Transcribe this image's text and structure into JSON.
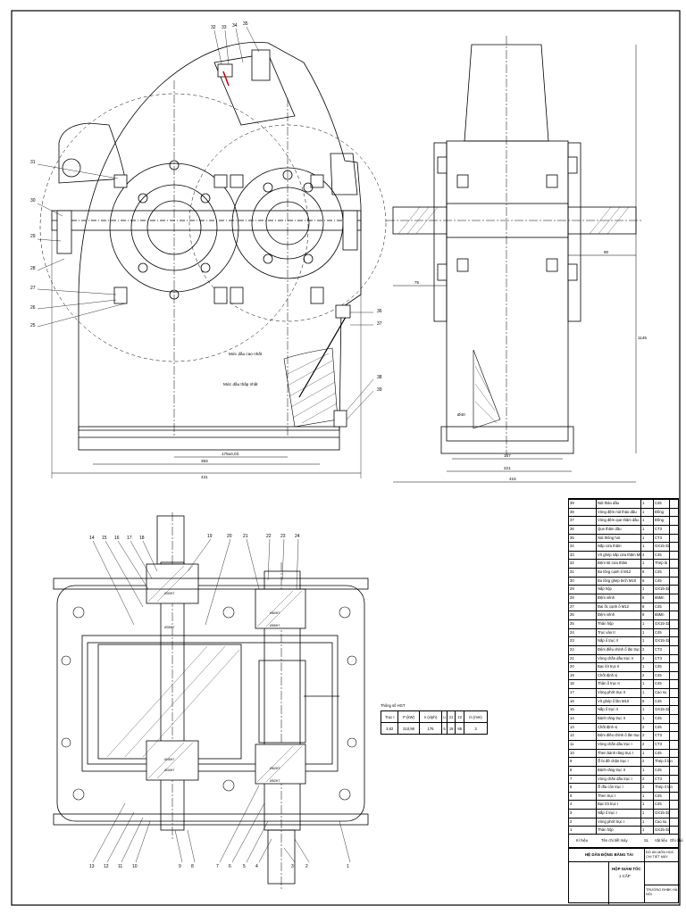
{
  "front_view": {
    "callouts": [
      "32",
      "33",
      "34",
      "35",
      "31",
      "30",
      "29",
      "28",
      "27",
      "26",
      "25",
      "36",
      "37",
      "38",
      "39"
    ],
    "oil_high": "Mức dầu cao nhất",
    "oil_low": "Mức dầu thấp nhất",
    "dims": [
      "175±0,03",
      "393",
      "431"
    ]
  },
  "side_view": {
    "dims": [
      "75",
      "90",
      "1145",
      "Ø40",
      "167",
      "221",
      "416"
    ]
  },
  "plan_view": {
    "callouts_top": [
      "14",
      "15",
      "16",
      "17",
      "18",
      "19",
      "20",
      "21",
      "22",
      "23",
      "24"
    ],
    "callouts_bottom": [
      "13",
      "12",
      "11",
      "10",
      "9",
      "8",
      "7",
      "6",
      "5",
      "4",
      "3",
      "2",
      "1"
    ],
    "bore_labels": [
      "Ø30H7",
      "Ø35H7",
      "Ø40H7",
      "Ø45H7",
      "Ø55H7",
      "Ø60H7",
      "Ø62H7",
      "Ø52H7"
    ]
  },
  "hgt_table": {
    "title": "Thông số HGT",
    "headers": [
      "Trục I",
      "P (kW)",
      "n (v/ph)",
      "u",
      "z1",
      "z2",
      "m (mm)"
    ],
    "values": [
      "3,82",
      "210,98",
      "175",
      "5",
      "19",
      "95",
      "3"
    ]
  },
  "bom": {
    "rows": [
      [
        "39",
        "Nút tháo dầu",
        "1",
        "C45"
      ],
      [
        "38",
        "Vòng đệm nút tháo dầu",
        "1",
        "Đồng"
      ],
      [
        "37",
        "Vòng đệm que thăm dầu",
        "1",
        "Đồng"
      ],
      [
        "36",
        "Que thăm dầu",
        "1",
        "CT3"
      ],
      [
        "35",
        "Nút thông hơi",
        "1",
        "CT3"
      ],
      [
        "34",
        "Nắp cửa thăm",
        "1",
        "GX15-32"
      ],
      [
        "33",
        "Vít ghép nắp cửa thăm M8",
        "4",
        "C45"
      ],
      [
        "32",
        "Đệm lót cửa thăm",
        "1",
        "Thép lá"
      ],
      [
        "31",
        "Bu lông cạnh ổ M12",
        "8",
        "C45"
      ],
      [
        "30",
        "Bu lông ghép bích M10",
        "6",
        "C45"
      ],
      [
        "29",
        "Nắp hộp",
        "1",
        "GX15-32"
      ],
      [
        "28",
        "Đệm vênh",
        "6",
        "65Mn"
      ],
      [
        "27",
        "Đai ốc cạnh ổ M12",
        "8",
        "C45"
      ],
      [
        "26",
        "Đệm vênh",
        "8",
        "65Mn"
      ],
      [
        "25",
        "Thân hộp",
        "1",
        "GX15-32"
      ],
      [
        "24",
        "Trục vào II",
        "1",
        "C45"
      ],
      [
        "23",
        "Nắp ổ trục II",
        "1",
        "GX15-32"
      ],
      [
        "22",
        "Đệm điều chỉnh ổ lăn trục II",
        "2",
        "CT3"
      ],
      [
        "21",
        "Vòng chắn dầu trục II",
        "2",
        "CT3"
      ],
      [
        "20",
        "Bạc lót trục II",
        "1",
        "C45"
      ],
      [
        "19",
        "Chốt định vị",
        "2",
        "C45"
      ],
      [
        "18",
        "Thân ổ trục II",
        "1",
        "C45"
      ],
      [
        "17",
        "Vòng phớt trục II",
        "1",
        "Cao su"
      ],
      [
        "16",
        "Vít ghép ổ lăn M10",
        "6",
        "C45"
      ],
      [
        "15",
        "Nắp ổ trục II",
        "1",
        "GX15-32"
      ],
      [
        "14",
        "Bánh răng trục II",
        "1",
        "C45"
      ],
      [
        "13",
        "Chốt định vị",
        "2",
        "C45"
      ],
      [
        "12",
        "Đệm điều chỉnh ổ lăn trục I",
        "2",
        "CT3"
      ],
      [
        "11",
        "Vòng chắn dầu trục I",
        "2",
        "CT3"
      ],
      [
        "10",
        "Then bánh răng trục I",
        "1",
        "C45"
      ],
      [
        "9",
        "Ổ bi đỡ chặn trục I",
        "2",
        "Thép ổ lăn"
      ],
      [
        "8",
        "Bánh răng trục II",
        "1",
        "C45"
      ],
      [
        "7",
        "Vòng chắn dầu trục I",
        "2",
        "CT3"
      ],
      [
        "6",
        "Ổ đĩa côn trục I",
        "2",
        "Thép ổ lăn"
      ],
      [
        "5",
        "Then trục I",
        "1",
        "C45"
      ],
      [
        "4",
        "Bạc lót trục I",
        "1",
        "C45"
      ],
      [
        "3",
        "Nắp ổ trục I",
        "1",
        "GX15-32"
      ],
      [
        "2",
        "Vòng phớt trục I",
        "1",
        "Cao su"
      ],
      [
        "1",
        "Thân hộp",
        "1",
        "GX15-32"
      ]
    ],
    "header": [
      "Kí hiệu",
      "Tên chi tiết máy",
      "SL",
      "Vật liệu",
      "Ghi chú"
    ]
  },
  "title_block": {
    "project": "HỆ DẪN ĐỘNG BĂNG TẢI",
    "course": "ĐỒ ÁN MÔN HỌC CHI TIẾT MÁY",
    "drawing": "HỘP GIẢM TỐC",
    "subtitle": "1 CẤP",
    "school": "TRƯỜNG ĐHBK HÀ NỘI"
  }
}
